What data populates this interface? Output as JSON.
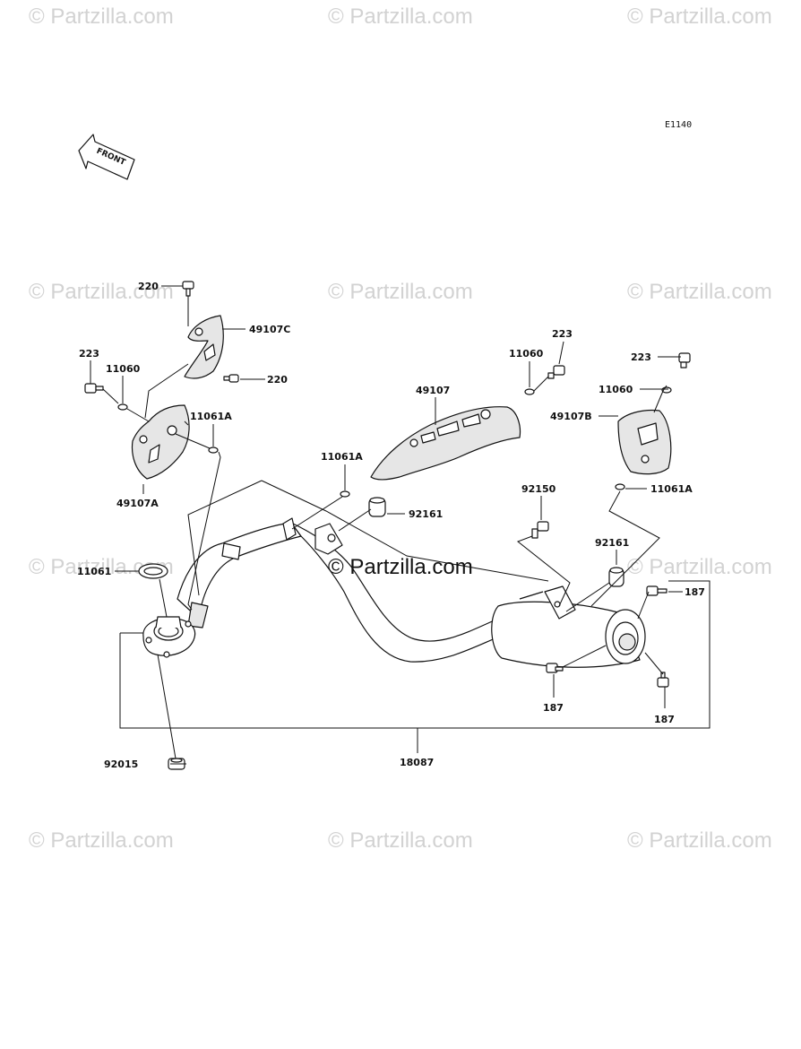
{
  "diagram": {
    "code": "E1140",
    "front_label": "FRONT",
    "center_watermark": "© Partzilla.com",
    "watermark": "© Partzilla.com",
    "labels": {
      "p220a": "220",
      "p49107c": "49107C",
      "p220b": "220",
      "p223a": "223",
      "p11060a": "11060",
      "p11061a_left": "11061A",
      "p49107a": "49107A",
      "p11060b": "11060",
      "p223b": "223",
      "p49107": "49107",
      "p11061a_mid": "11061A",
      "p223c": "223",
      "p11060c": "11060",
      "p49107b": "49107B",
      "p11061a_right": "11061A",
      "p92150": "92150",
      "p92161a": "92161",
      "p92161b": "92161",
      "p11061": "11061",
      "p187a": "187",
      "p187b": "187",
      "p187c": "187",
      "p18087": "18087",
      "p92015": "92015"
    }
  }
}
